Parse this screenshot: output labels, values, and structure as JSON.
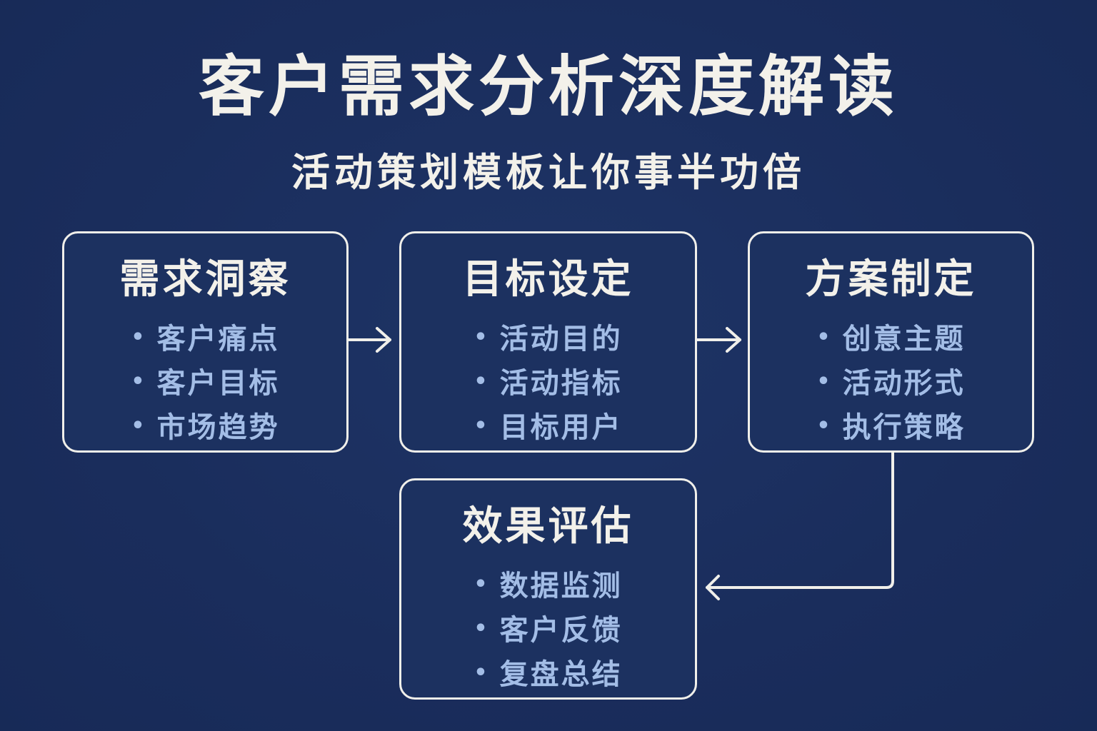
{
  "header": {
    "title": "客户需求分析深度解读",
    "subtitle": "活动策划模板让你事半功倍"
  },
  "colors": {
    "background": "#1b2f5e",
    "title_text": "#f3f1ea",
    "item_text": "#a3bde6",
    "border": "#f0efea"
  },
  "steps": [
    {
      "title": "需求洞察",
      "items": [
        "客户痛点",
        "客户目标",
        "市场趋势"
      ]
    },
    {
      "title": "目标设定",
      "items": [
        "活动目的",
        "活动指标",
        "目标用户"
      ]
    },
    {
      "title": "方案制定",
      "items": [
        "创意主题",
        "活动形式",
        "执行策略"
      ]
    },
    {
      "title": "效果评估",
      "items": [
        "数据监测",
        "客户反馈",
        "复盘总结"
      ]
    }
  ],
  "connectors": [
    {
      "from": "需求洞察",
      "to": "目标设定",
      "icon": "arrow-right-icon"
    },
    {
      "from": "目标设定",
      "to": "方案制定",
      "icon": "arrow-right-icon"
    },
    {
      "from": "方案制定",
      "to": "效果评估",
      "icon": "arrow-left-icon"
    }
  ],
  "bullet_glyph": "•"
}
